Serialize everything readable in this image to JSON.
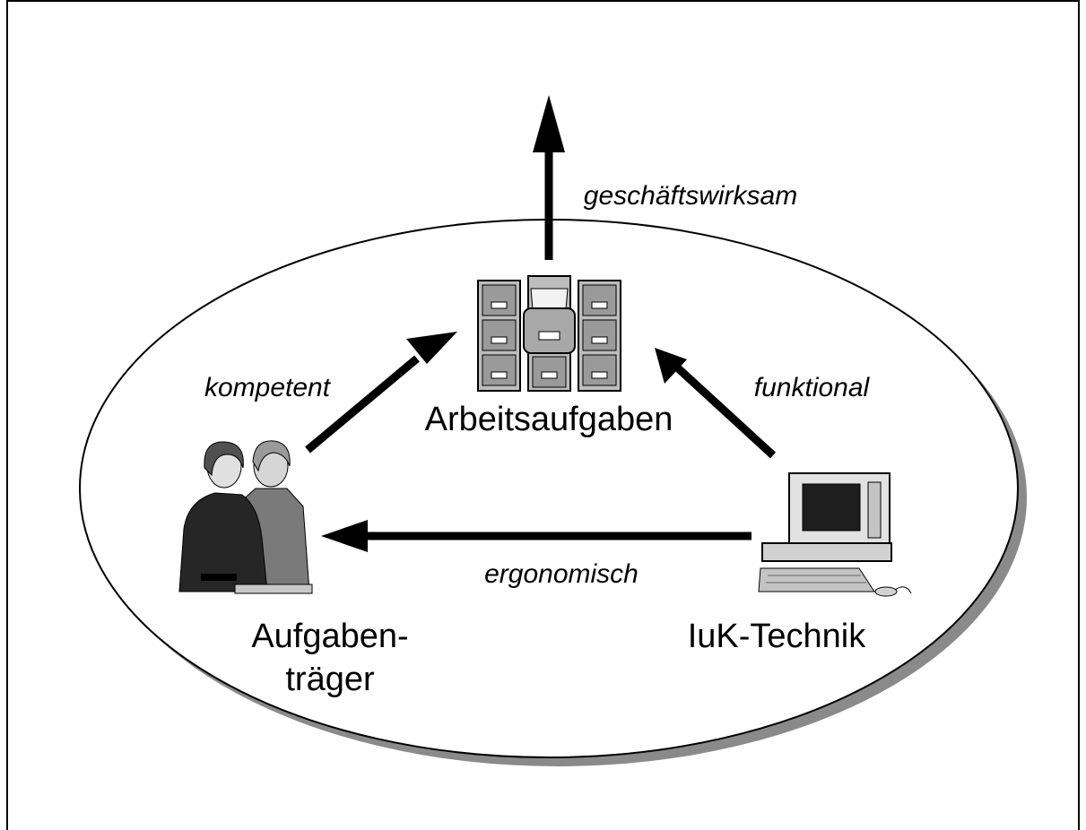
{
  "diagram": {
    "edges": {
      "top": "geschäftswirksam",
      "left": "kompetent",
      "right": "funktional",
      "bottom": "ergonomisch"
    },
    "nodes": {
      "tasks": "Arbeitsaufgaben",
      "person_line1": "Aufgaben-",
      "person_line2": "träger",
      "tech": "IuK-Technik"
    }
  },
  "icons": {
    "tasks": "filing-cabinets-icon",
    "person": "two-women-icon",
    "tech": "desktop-computer-icon"
  }
}
